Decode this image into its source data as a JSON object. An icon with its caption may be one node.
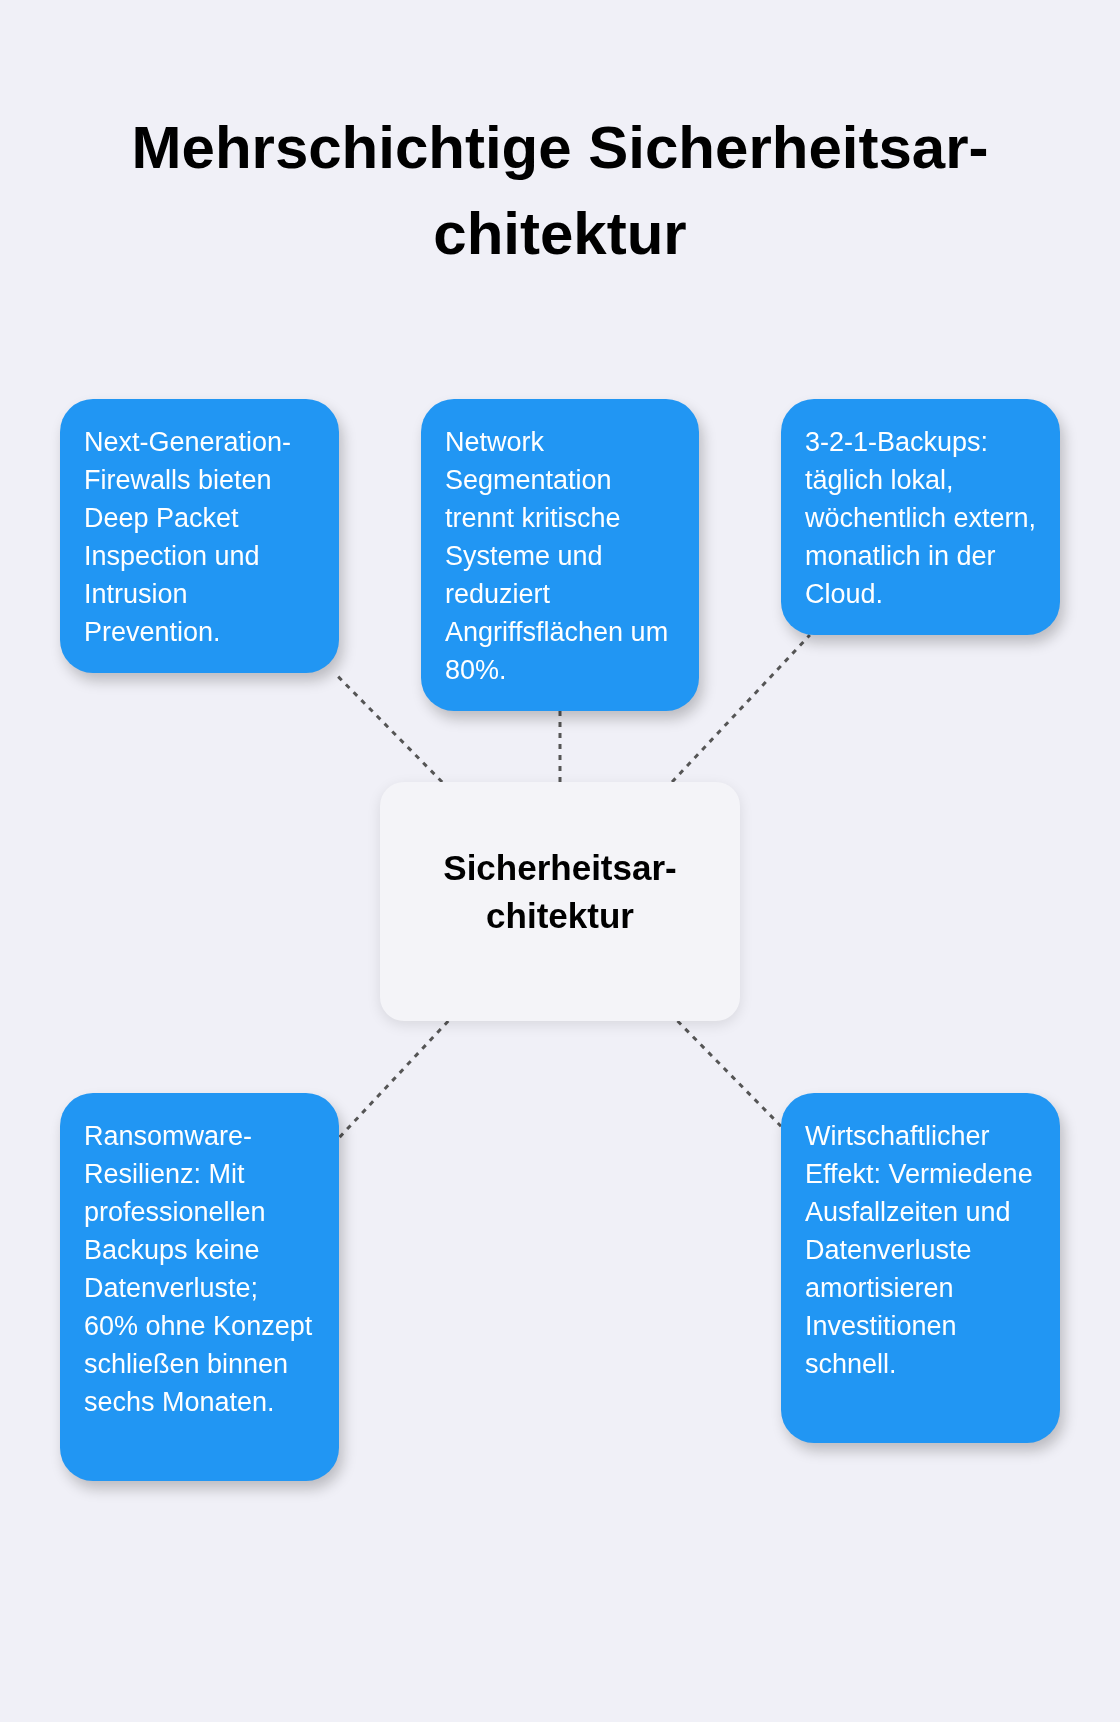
{
  "diagram": {
    "title": "Mehrschichtige Sicherheitsar-chitektur",
    "nodes": [
      {
        "text": [
          "Next-Generation-Firewalls bieten Deep Packet Inspection und Intrusion Prevention."
        ]
      },
      {
        "text": [
          "Network Segmentation trennt kritische Systeme und reduziert Angriffsflächen um 80%."
        ]
      },
      {
        "text": [
          "3-2-1-Backups: täglich lokal, wöchentlich extern, monatlich in der Cloud."
        ]
      },
      {
        "text": [
          "Sicherheitsar-chitektur"
        ]
      },
      {
        "text": [
          "Ransomware-Resilienz: Mit professionellen Backups keine Datenverluste; 60% ohne Konzept schließen binnen sechs Monaten."
        ]
      },
      {
        "text": [
          "Wirtschaftlicher Effekt: Vermiedene Ausfallzeiten und Datenverluste amortisieren Investitionen schnell."
        ]
      }
    ],
    "edges": [
      {
        "from": 3,
        "to": 0,
        "arrow": "none",
        "style": "dashed"
      },
      {
        "from": 3,
        "to": 1,
        "arrow": "none",
        "style": "dashed"
      },
      {
        "from": 3,
        "to": 2,
        "arrow": "none",
        "style": "dashed"
      },
      {
        "from": 3,
        "to": 4,
        "arrow": "none",
        "style": "dashed"
      },
      {
        "from": 3,
        "to": 5,
        "arrow": "none",
        "style": "dashed"
      }
    ]
  }
}
